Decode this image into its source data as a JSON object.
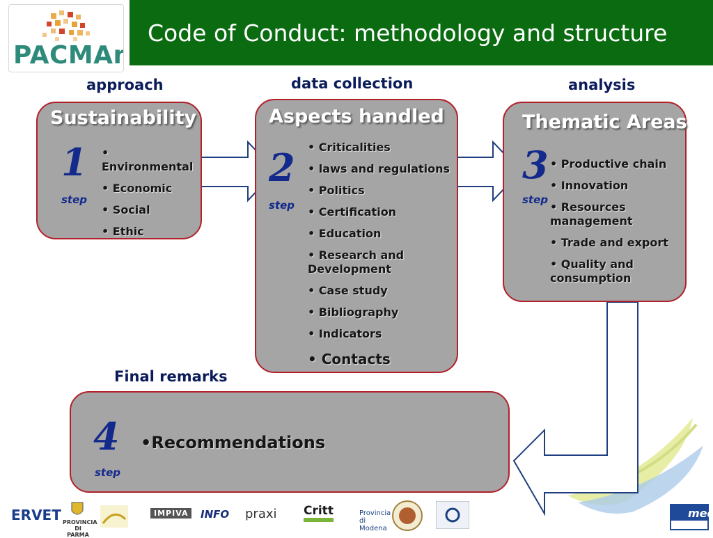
{
  "header": {
    "logo_text": "PACMAn",
    "title": "Code of Conduct: methodology and structure"
  },
  "headings": {
    "approach": "approach",
    "data_collection": "data collection",
    "analysis": "analysis",
    "final_remarks": "Final remarks"
  },
  "boxes": {
    "sustainability": {
      "title": "Sustainability",
      "step_number": "1",
      "step_label": "step",
      "items": [
        "Environmental",
        "Economic",
        "Social",
        "Ethic"
      ]
    },
    "aspects": {
      "title": "Aspects handled",
      "step_number": "2",
      "step_label": "step",
      "items": [
        "Criticalities",
        "laws and regulations",
        "Politics",
        "Certification",
        "Education",
        "Research and Development",
        "Case study",
        "Bibliography",
        "Indicators"
      ],
      "last_item": "Contacts"
    },
    "thematic": {
      "title": "Thematic Areas",
      "step_number": "3",
      "step_label": "step",
      "items": [
        "Productive chain",
        "Innovation",
        "Resources management",
        "Trade and export",
        "Quality and consumption"
      ]
    },
    "final": {
      "step_number": "4",
      "step_label": "step",
      "item": "Recommendations"
    }
  },
  "footer_logos": {
    "ervet": "ERVET",
    "parma": "PROVINCIA DI PARMA",
    "impiva": "IMPIVA",
    "info": "INFO",
    "praxi": "praxi",
    "critt": "Critt",
    "modena": "Provincia di Modena",
    "med": "med"
  },
  "colors": {
    "title_bar": "#0a6b10",
    "box_fill": "#a5a5a5",
    "box_border": "#b2202a",
    "step_blue": "#132a8c",
    "heading_navy": "#0c1c5a"
  }
}
